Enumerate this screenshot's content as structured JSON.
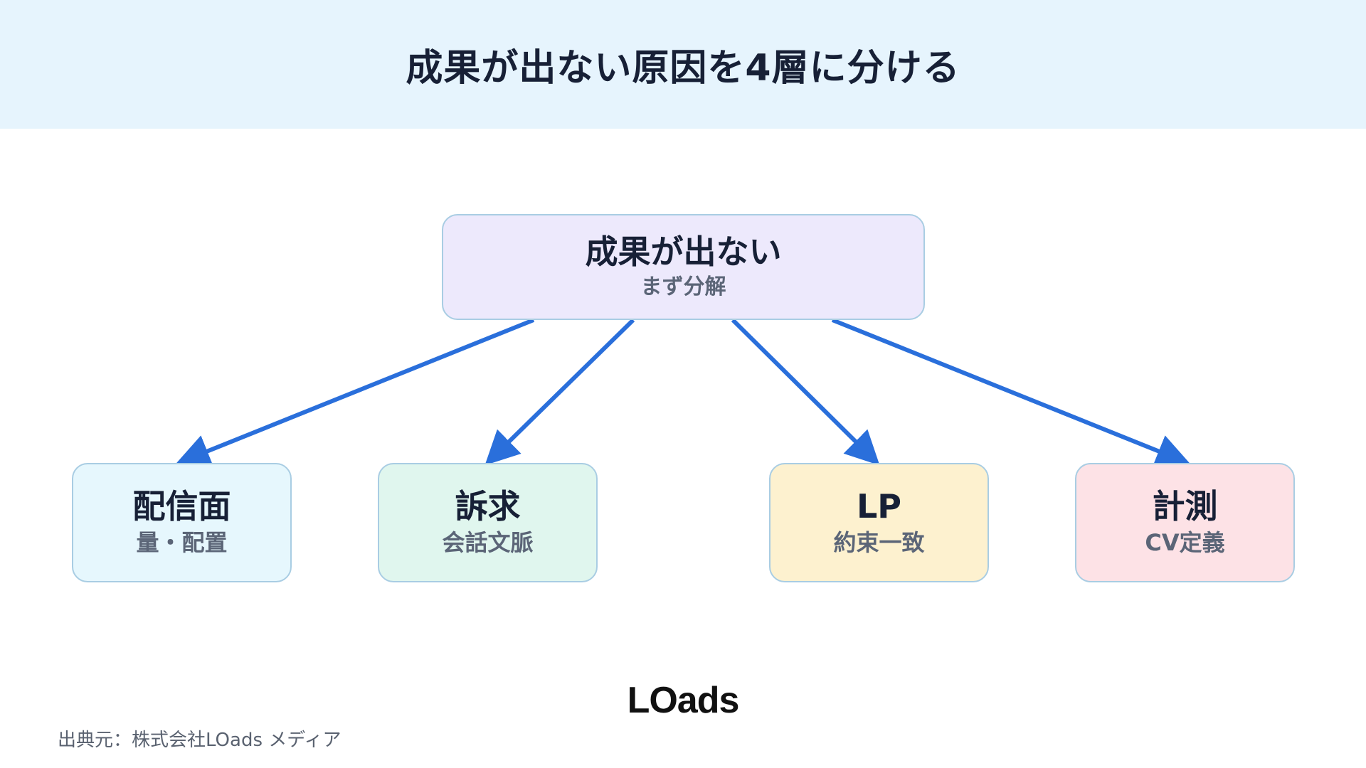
{
  "header": {
    "title": "成果が出ない原因を4層に分ける"
  },
  "root": {
    "title": "成果が出ない",
    "subtitle": "まず分解"
  },
  "layers": [
    {
      "title": "配信面",
      "subtitle": "量・配置",
      "color": "#e6f7fd"
    },
    {
      "title": "訴求",
      "subtitle": "会話文脈",
      "color": "#e0f6ee"
    },
    {
      "title": "LP",
      "subtitle": "約束一致",
      "color": "#fdf1cf"
    },
    {
      "title": "計測",
      "subtitle": "CV定義",
      "color": "#fde2e6"
    }
  ],
  "colors": {
    "arrow": "#2a6fdb",
    "node_border": "#a9cde3",
    "header_bg": "#e6f4fd",
    "root_bg": "#ede9fc"
  },
  "logo": {
    "text": "LOads"
  },
  "footer": {
    "source": "出典元：株式会社LOads メディア"
  }
}
